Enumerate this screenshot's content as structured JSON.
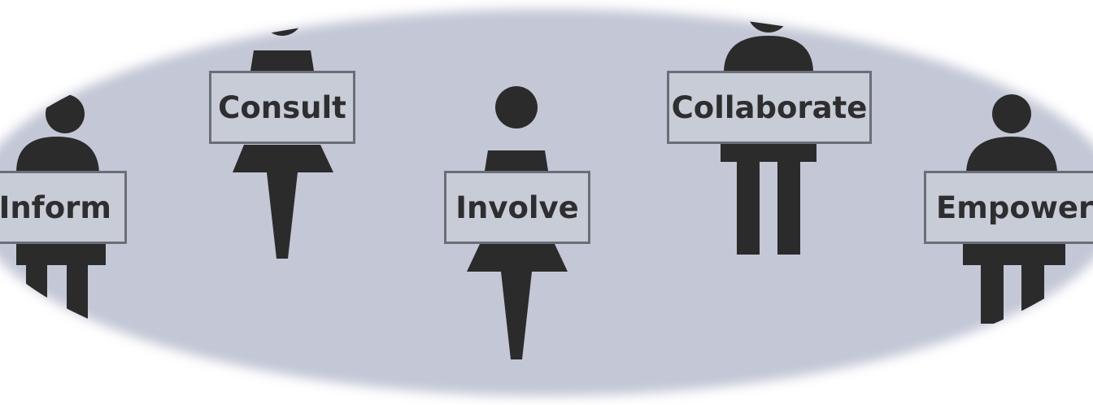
{
  "colors": {
    "ellipse_fill": "#c3c7d6",
    "figure_fill": "#2b2b2b",
    "sign_fill": "#c8ccd7",
    "sign_border": "#6b6e78",
    "text": "#2e2e30"
  },
  "signs": {
    "inform": "Inform",
    "consult": "Consult",
    "involve": "Involve",
    "collaborate": "Collaborate",
    "empower": "Empower"
  }
}
